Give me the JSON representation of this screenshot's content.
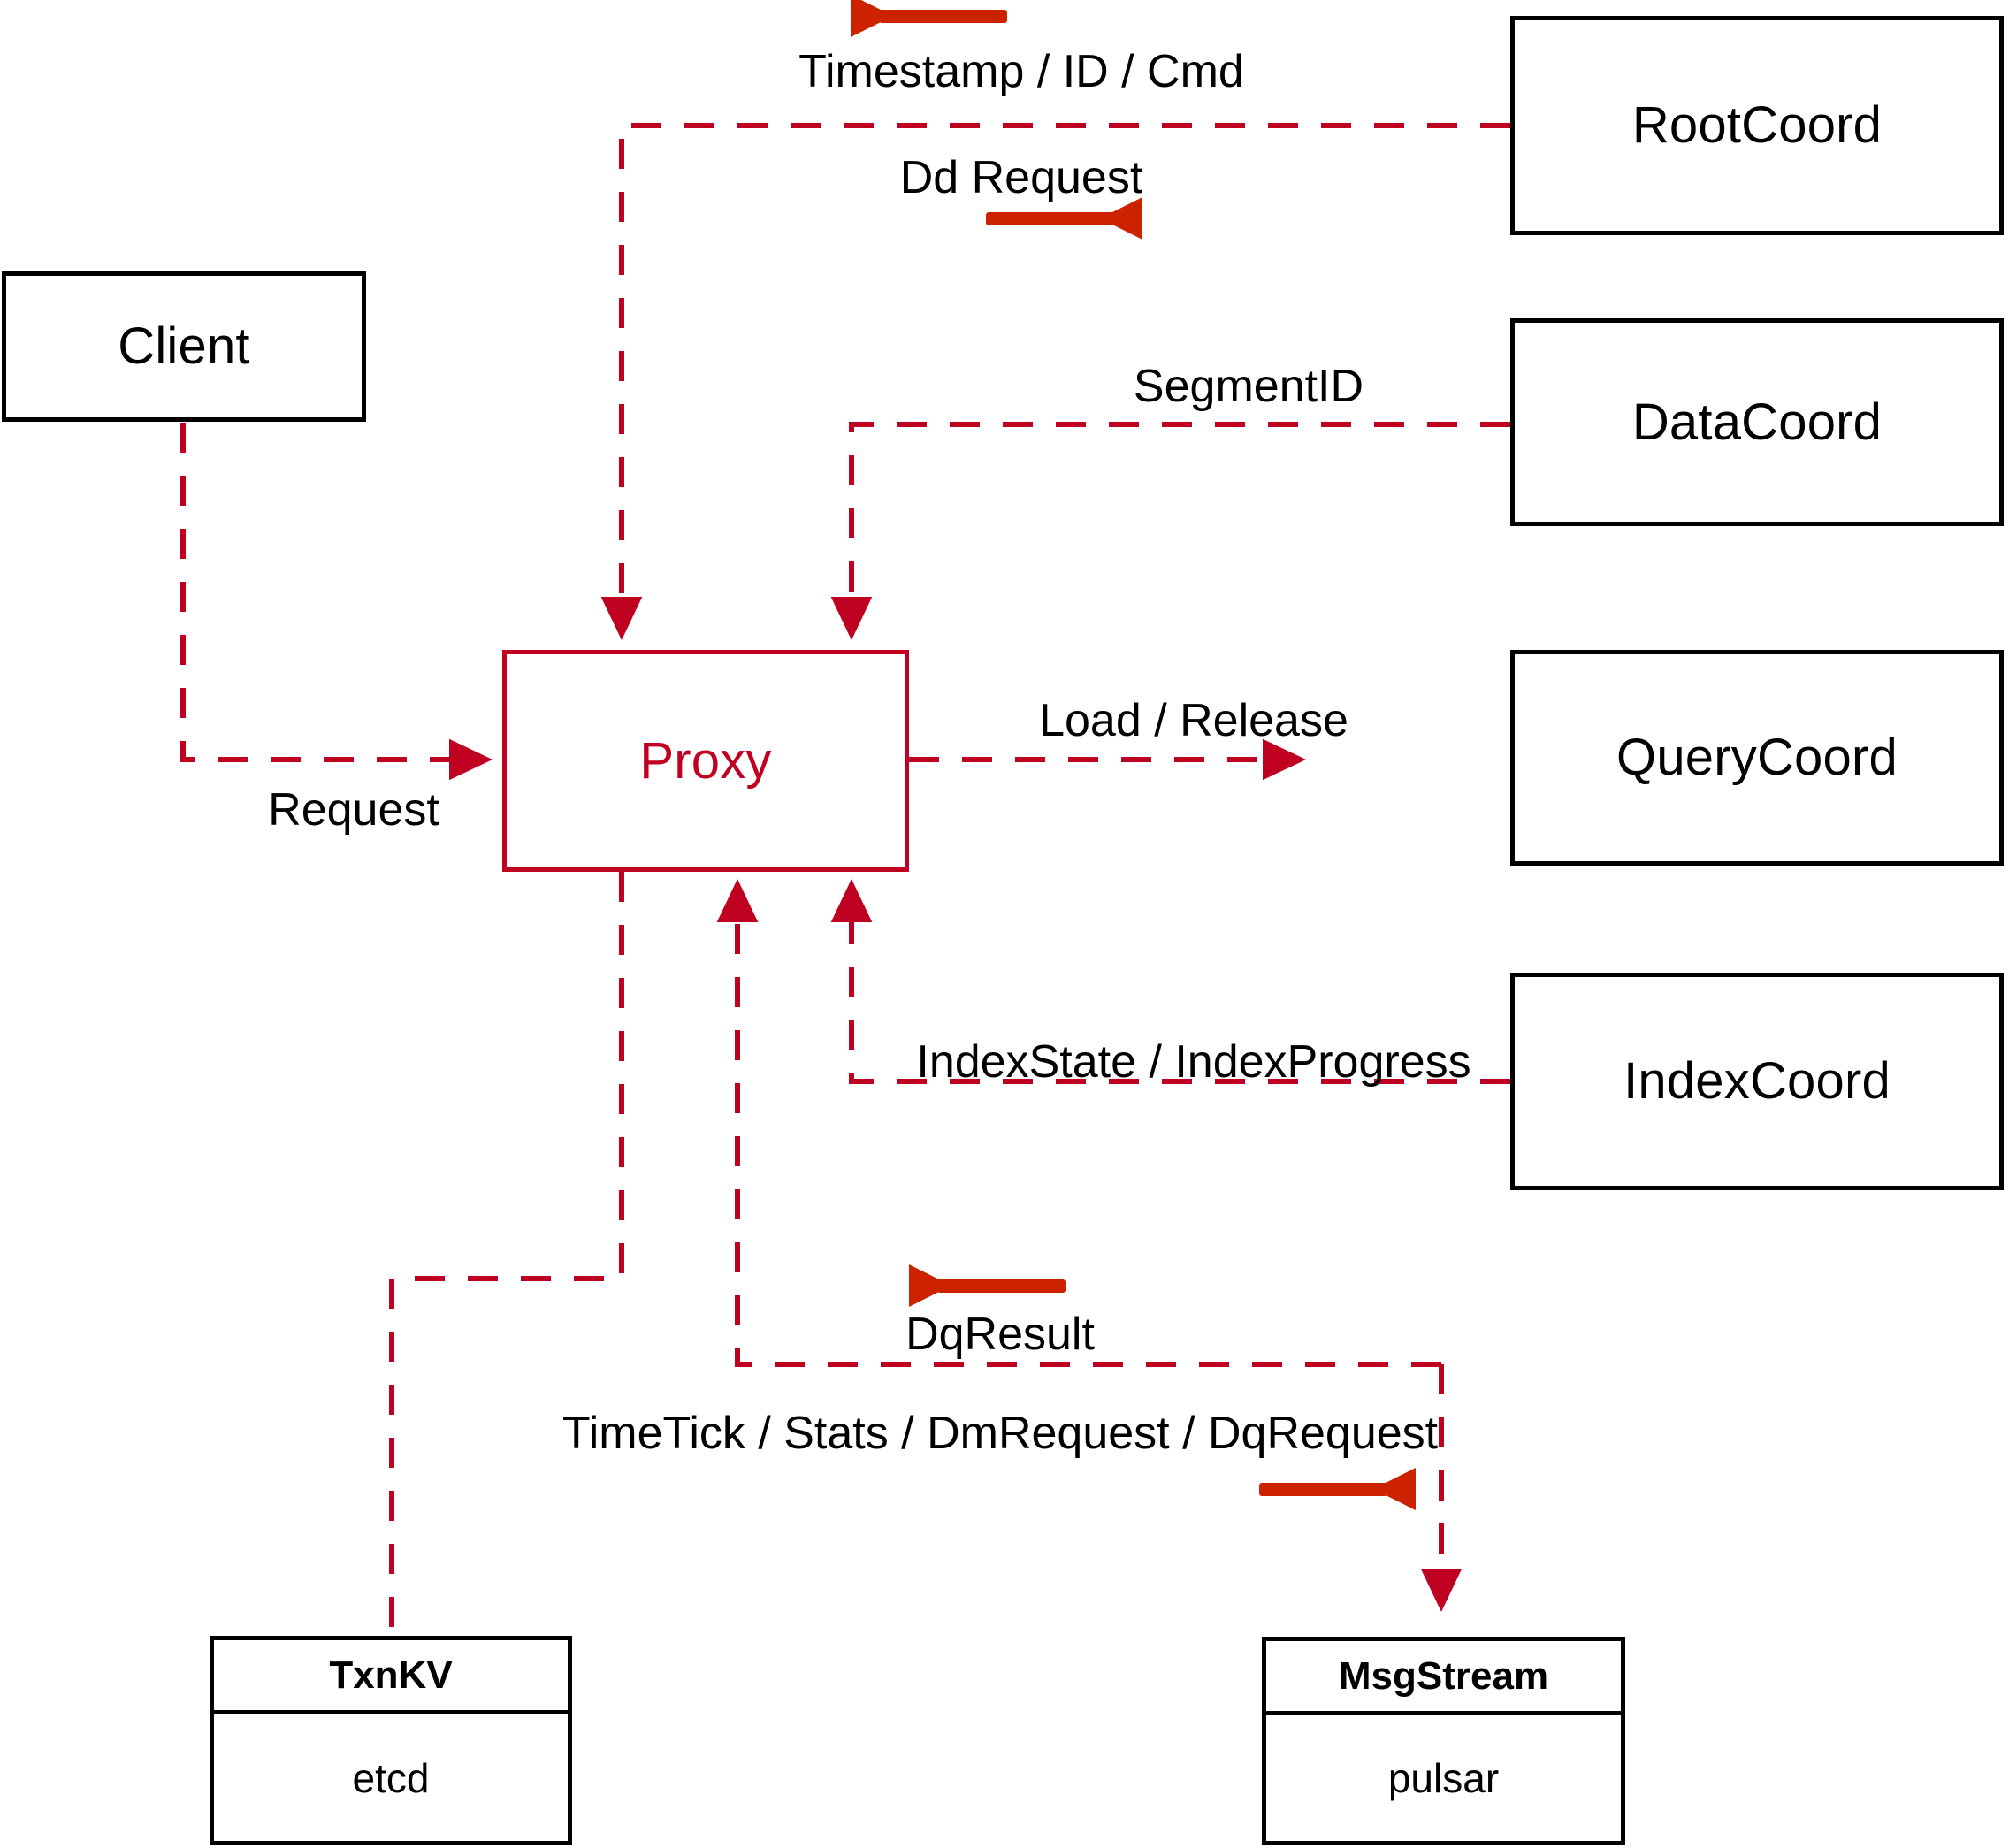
{
  "diagram": {
    "title": "Proxy component interaction diagram",
    "accent_color": "#C00020",
    "arrow_color": "#CC2200",
    "node_stroke_black": "#000000",
    "background": "#FFFFFF"
  },
  "nodes": {
    "client": {
      "label": "Client"
    },
    "proxy": {
      "label": "Proxy"
    },
    "root_coord": {
      "label": "RootCoord"
    },
    "data_coord": {
      "label": "DataCoord"
    },
    "query_coord": {
      "label": "QueryCoord"
    },
    "index_coord": {
      "label": "IndexCoord"
    },
    "txnkv": {
      "title": "TxnKV",
      "impl": "etcd"
    },
    "msgstream": {
      "title": "MsgStream",
      "impl": "pulsar"
    }
  },
  "edge_labels": {
    "timestamp_id_cmd": "Timestamp / ID / Cmd",
    "dd_request": "Dd Request",
    "segment_id": "SegmentID",
    "load_release": "Load / Release",
    "index_state_progress": "IndexState / IndexProgress",
    "request": "Request",
    "dq_result": "DqResult",
    "timetick_stats": "TimeTick / Stats / DmRequest / DqRequest"
  },
  "edges": [
    {
      "name": "root-coord-to-proxy",
      "from": "RootCoord",
      "to": "Proxy",
      "label": "Timestamp / ID / Cmd",
      "direction": "left"
    },
    {
      "name": "proxy-to-root-coord",
      "from": "Proxy",
      "to": "RootCoord",
      "label": "Dd Request",
      "direction": "right"
    },
    {
      "name": "data-coord-to-proxy",
      "from": "DataCoord",
      "to": "Proxy",
      "label": "SegmentID",
      "direction": "left"
    },
    {
      "name": "proxy-to-query-coord",
      "from": "Proxy",
      "to": "QueryCoord",
      "label": "Load / Release",
      "direction": "right"
    },
    {
      "name": "index-coord-to-proxy",
      "from": "IndexCoord",
      "to": "Proxy",
      "label": "IndexState / IndexProgress",
      "direction": "left"
    },
    {
      "name": "client-to-proxy",
      "from": "Client",
      "to": "Proxy",
      "label": "Request",
      "direction": "right"
    },
    {
      "name": "msgstream-to-proxy",
      "from": "MsgStream",
      "to": "Proxy",
      "label": "DqResult",
      "direction": "left"
    },
    {
      "name": "proxy-to-msgstream",
      "from": "Proxy",
      "to": "MsgStream",
      "label": "TimeTick / Stats / DmRequest / DqRequest",
      "direction": "right"
    },
    {
      "name": "proxy-to-txnkv",
      "from": "Proxy",
      "to": "TxnKV",
      "label": "",
      "direction": "down"
    }
  ]
}
